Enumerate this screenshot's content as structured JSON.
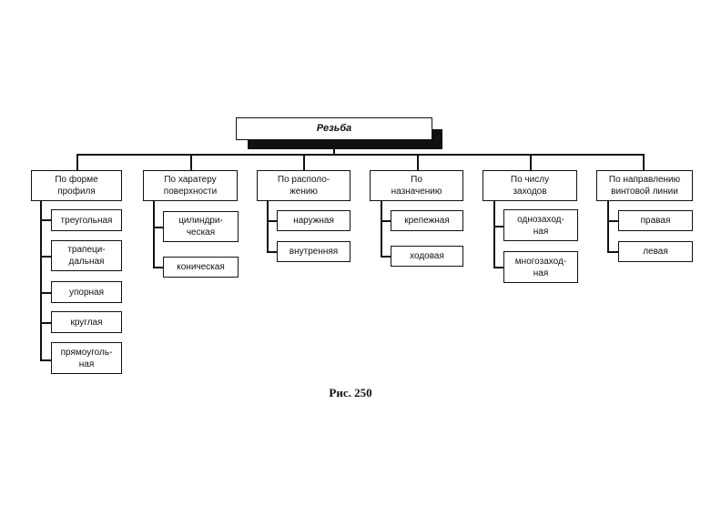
{
  "root": {
    "label": "Резьба"
  },
  "categories": [
    {
      "label": "По форме\nпрофиля",
      "items": [
        "треугольная",
        "трапеци-\nдальная",
        "упорная",
        "круглая",
        "прямоуголь-\nная"
      ]
    },
    {
      "label": "По харатеру\nповерхности",
      "items": [
        "цилиндри-\nческая",
        "коническая"
      ]
    },
    {
      "label": "По располо-\nжению",
      "items": [
        "наружная",
        "внутренняя"
      ]
    },
    {
      "label": "По\nназначению",
      "items": [
        "крепежная",
        "ходовая"
      ]
    },
    {
      "label": "По числу\nзаходов",
      "items": [
        "однозаход-\nная",
        "многозаход-\nная"
      ]
    },
    {
      "label": "По направлению\nвинтовой линии",
      "items": [
        "правая",
        "левая"
      ]
    }
  ],
  "caption": "Рис. 250"
}
